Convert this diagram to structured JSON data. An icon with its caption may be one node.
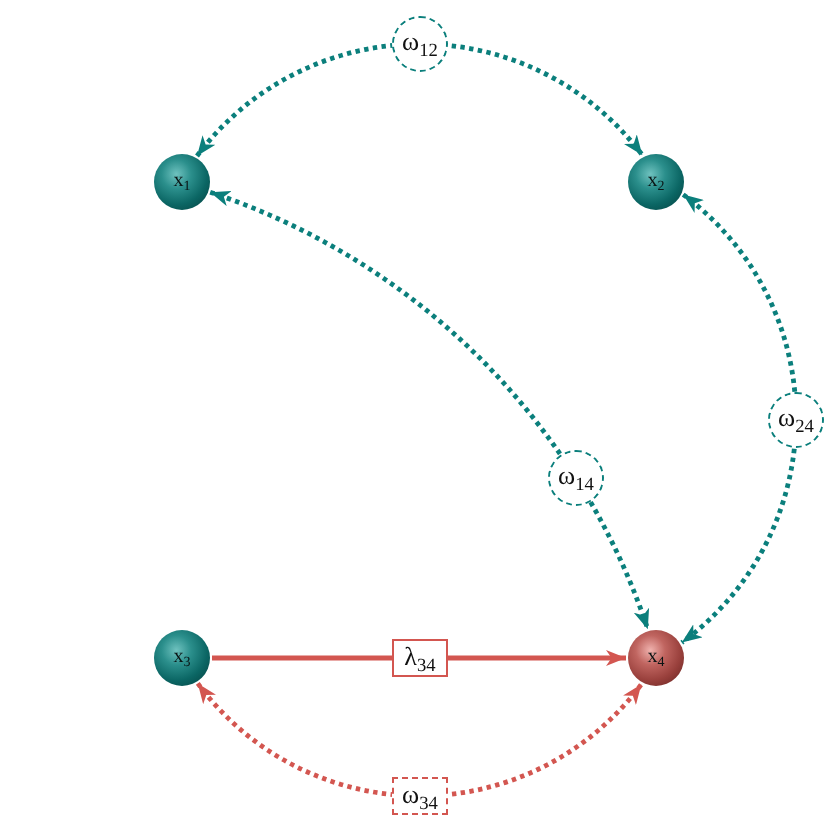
{
  "diagram": {
    "nodes": [
      {
        "text": [
          "x$_{1}$"
        ]
      },
      {
        "text": [
          "x$_{2}$"
        ]
      },
      {
        "text": [
          "x$_{3}$"
        ]
      },
      {
        "text": [
          "x$_{4}$"
        ]
      }
    ],
    "edges": [
      {
        "from": 0,
        "to": 1,
        "arrow": "both",
        "label": "ω$_{12}$",
        "style": "dashed"
      },
      {
        "from": 0,
        "to": 3,
        "arrow": "both",
        "label": "ω$_{14}$",
        "style": "dashed"
      },
      {
        "from": 1,
        "to": 3,
        "arrow": "both",
        "label": "ω$_{24}$",
        "style": "dashed"
      },
      {
        "from": 2,
        "to": 3,
        "arrow": "to",
        "label": "λ$_{34}$",
        "color": "#d35650"
      },
      {
        "from": 2,
        "to": 3,
        "arrow": "both",
        "label": "ω$_{34}$",
        "style": "dashed",
        "color": "#d35650"
      }
    ]
  }
}
